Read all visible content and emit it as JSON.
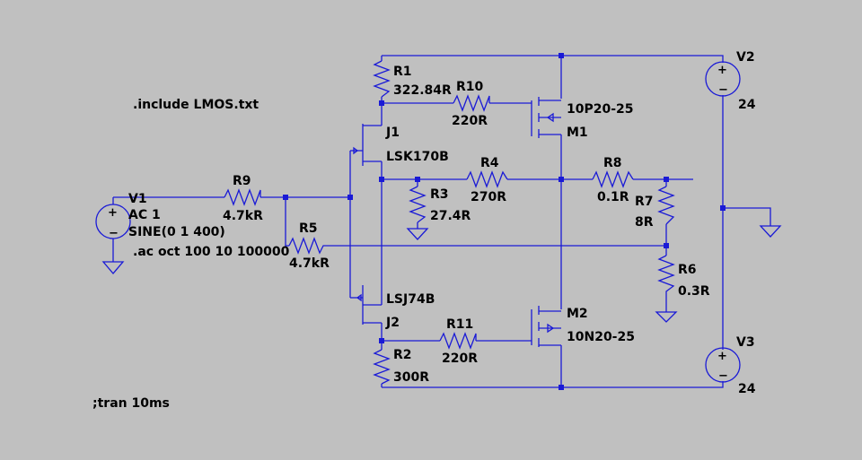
{
  "colors": {
    "background": "#c0c0c0",
    "wire": "#1a1ad6",
    "text": "#000000"
  },
  "directives": {
    "include": ".include LMOS.txt",
    "ac": ".ac oct 100 10 100000",
    "tran": ";tran 10ms"
  },
  "components": {
    "V1": {
      "name": "V1",
      "line1": "AC 1",
      "line2": "SINE(0 1 400)"
    },
    "V2": {
      "name": "V2",
      "value": "24"
    },
    "V3": {
      "name": "V3",
      "value": "24"
    },
    "R1": {
      "name": "R1",
      "value": "322.84R"
    },
    "R2": {
      "name": "R2",
      "value": "300R"
    },
    "R3": {
      "name": "R3",
      "value": "27.4R"
    },
    "R4": {
      "name": "R4",
      "value": "270R"
    },
    "R5": {
      "name": "R5",
      "value": "4.7kR"
    },
    "R6": {
      "name": "R6",
      "value": "0.3R"
    },
    "R7": {
      "name": "R7",
      "value": "8R"
    },
    "R8": {
      "name": "R8",
      "value": "0.1R"
    },
    "R9": {
      "name": "R9",
      "value": "4.7kR"
    },
    "R10": {
      "name": "R10",
      "value": "220R"
    },
    "R11": {
      "name": "R11",
      "value": "220R"
    },
    "J1": {
      "name": "J1",
      "model": "LSK170B"
    },
    "J2": {
      "name": "J2",
      "model": "LSJ74B"
    },
    "M1": {
      "name": "M1",
      "model": "10P20-25"
    },
    "M2": {
      "name": "M2",
      "model": "10N20-25"
    }
  }
}
